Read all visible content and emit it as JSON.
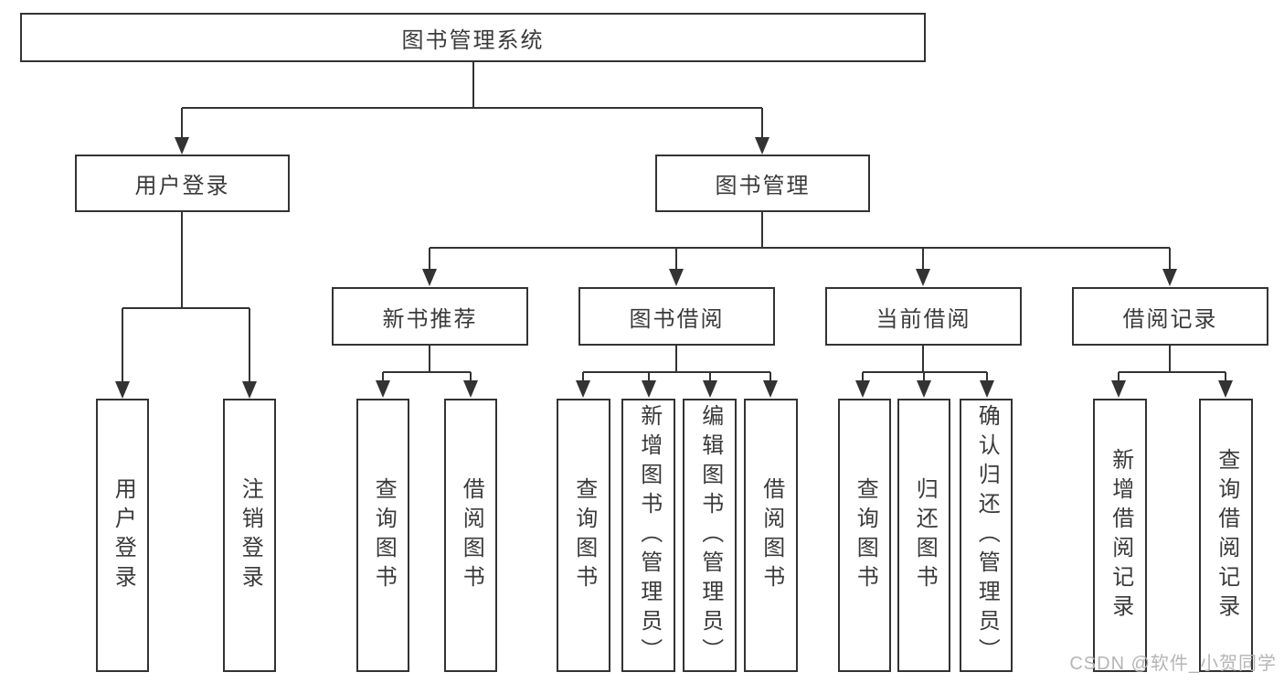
{
  "nodes": {
    "root": "图书管理系统",
    "user_login": "用户登录",
    "book_mgmt": "图书管理",
    "new_book_rec": "新书推荐",
    "book_borrow": "图书借阅",
    "current_borrow": "当前借阅",
    "borrow_record": "借阅记录",
    "leaf_user_login": "用户登录",
    "leaf_logout": "注销登录",
    "leaf_query_book_rec": "查询图书",
    "leaf_borrow_book_rec": "借阅图书",
    "leaf_query_book_borrow": "查询图书",
    "leaf_add_book_admin": "新增图书（管理员）",
    "leaf_edit_book_admin": "编辑图书（管理员）",
    "leaf_borrow_book_borrow": "借阅图书",
    "leaf_query_book_current": "查询图书",
    "leaf_return_book": "归还图书",
    "leaf_confirm_return_admin": "确认归还（管理员）",
    "leaf_add_borrow_record": "新增借阅记录",
    "leaf_query_borrow_record": "查询借阅记录"
  },
  "watermark": "CSDN @软件_小贺同学",
  "colors": {
    "line": "#333333",
    "text": "#3a3a3a",
    "bg": "#ffffff",
    "watermark": "#b5b5b5"
  }
}
